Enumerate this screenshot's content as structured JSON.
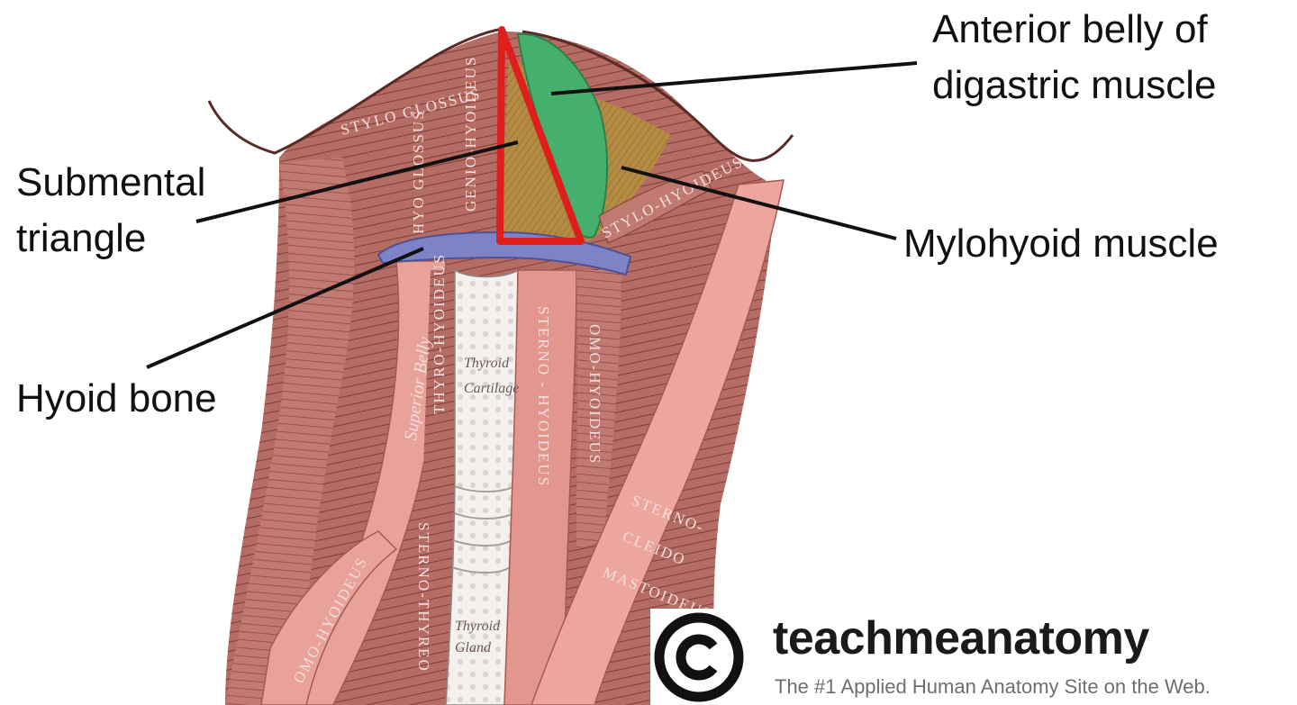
{
  "labels": {
    "anterior_belly": "Anterior belly of\ndigastric muscle",
    "submental_triangle": "Submental\ntriangle",
    "mylohyoid": "Mylohyoid muscle",
    "hyoid_bone": "Hyoid bone"
  },
  "muscle_text": {
    "stylo_glossus": "STYLO GLOSSUS",
    "genio_hyoideus": "GENIO-HYOIDEUS",
    "hyo_glossus": "HYO GLOSSUS",
    "thyro_hyoideus": "THYRO-HYOIDEUS",
    "superior_belly": "Superior Belly",
    "sterno_hyoideus": "STERNO - HYOIDEUS",
    "omo_hyoideus": "OMO-HYOIDEUS",
    "sterno_thyreoideus": "STERNO-THYREO",
    "sterno_cleido_mastoideus": [
      "STERNO-",
      "CLEIDO",
      "MASTOIDEUS"
    ],
    "thyroid_cartilage": [
      "Thyroid",
      "Cartilage"
    ],
    "thyroid_gland": [
      "Thyroid",
      "Gland"
    ],
    "omo_left": "OMO-HYOIDEUS",
    "stylo_hyoid": "STYLO-HYOIDEUS"
  },
  "watermark": {
    "brand": "teachmeanatomy",
    "tagline": "The #1 Applied Human Anatomy Site on the Web.",
    "icon": "copyright-icon"
  },
  "colors": {
    "muscle": "#b9716a",
    "muscle_dark": "#8a4a44",
    "muscle_light": "#e8a39b",
    "triangle_outline": "#e01e1e",
    "digastric": "#3fae6a",
    "mylohyoid": "#b08a3e",
    "hyoid": "#7d80c4"
  }
}
